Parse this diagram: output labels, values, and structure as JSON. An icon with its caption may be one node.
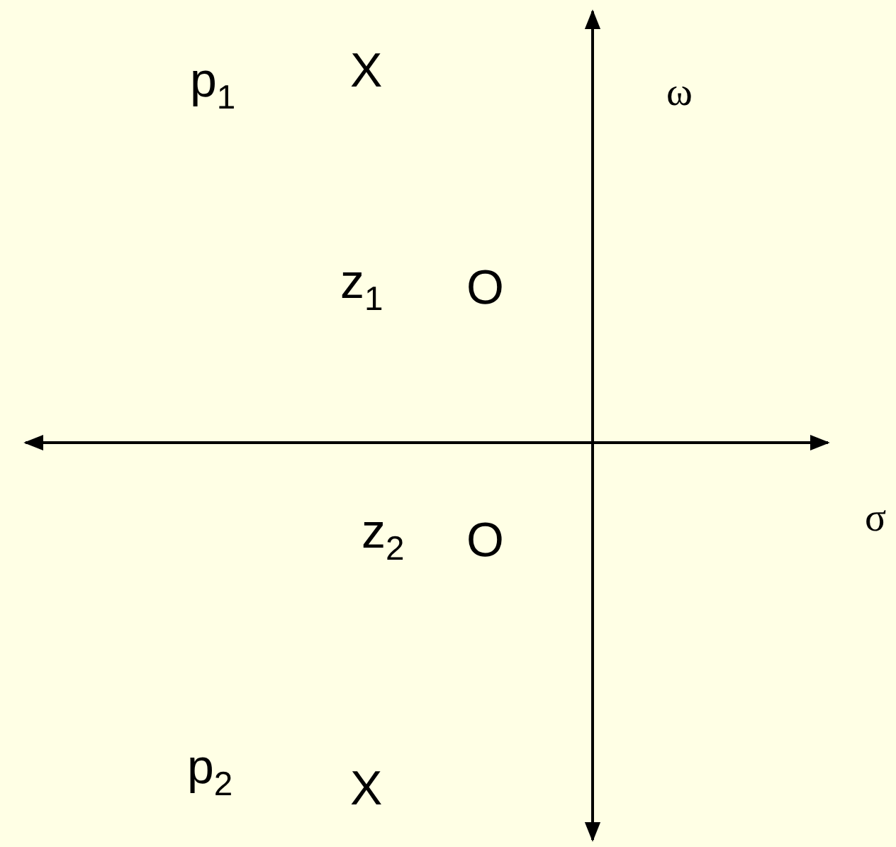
{
  "diagram": {
    "labels": [
      "p$_{1}$",
      "X",
      "ω",
      "z$_{1}$",
      "O",
      "σ",
      "z$_{2}$",
      "O",
      "p$_{2}$",
      "X"
    ]
  }
}
